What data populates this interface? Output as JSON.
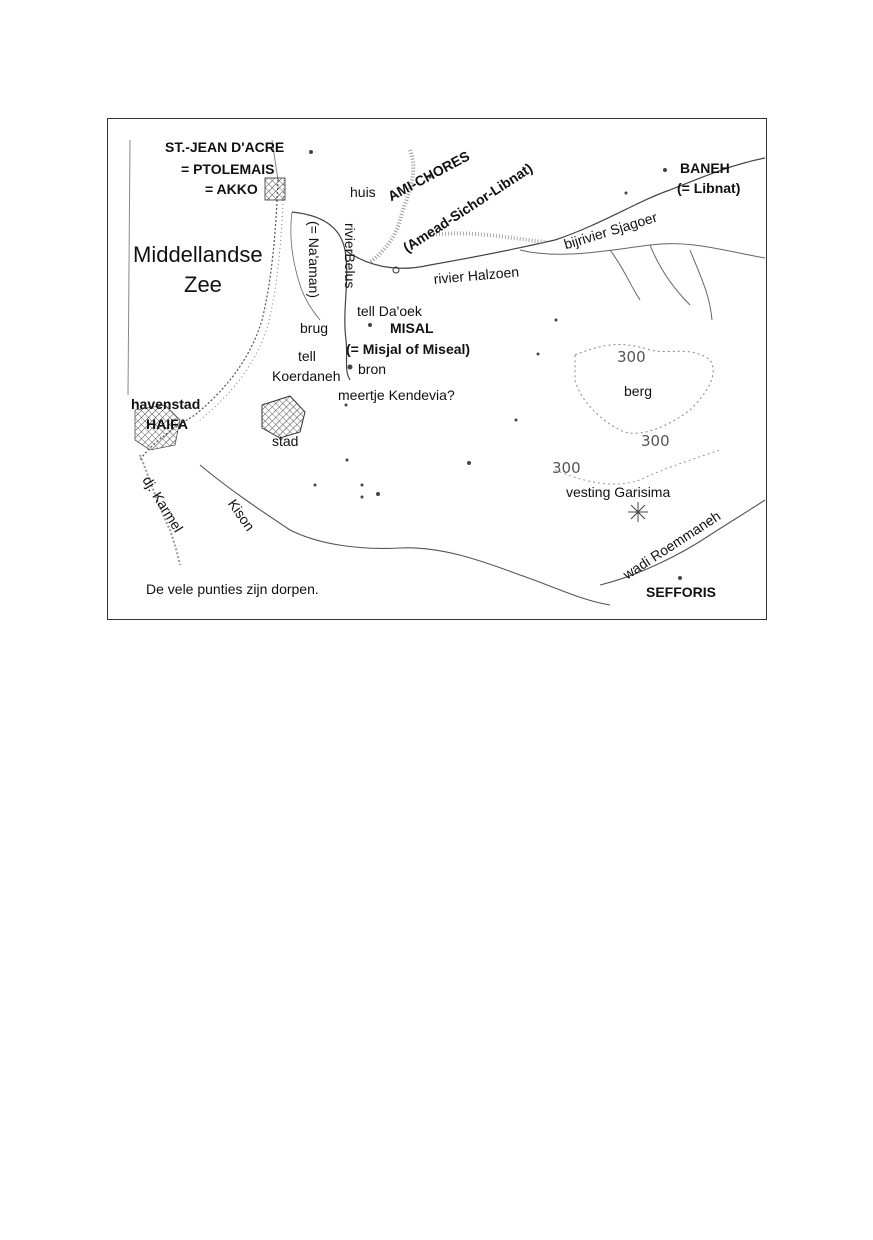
{
  "map": {
    "labels": {
      "akko_line1": "ST.-JEAN D'ACRE",
      "akko_line2": "= PTOLEMAIS",
      "akko_line3": "= AKKO",
      "sea_line1": "Middellandse",
      "sea_line2": "Zee",
      "huis": "huis",
      "ami_line1": "AMI-CHORES",
      "ami_line2": "(Amead-Sichor-Libnat)",
      "baneh_line1": "BANEH",
      "baneh_line2": "(= Libnat)",
      "sjagoer": "bijrivier Sjagoer",
      "belus_line1": "rivierBelus",
      "belus_line2": "(= Na'aman)",
      "halzoen": "rivier Halzoen",
      "daoek": "tell Da'oek",
      "brug": "brug",
      "misal_line1": "MISAL",
      "misal_line2": "(= Misjal of Miseal)",
      "koerdaneh_line1": "tell",
      "koerdaneh_line2": "Koerdaneh",
      "bron": "bron",
      "kendevia": "meertje Kendevia?",
      "haifa_line1": "havenstad",
      "haifa_line2": "HAIFA",
      "stad": "stad",
      "berg": "berg",
      "contour_a": "300",
      "contour_b": "300",
      "contour_c": "300",
      "garisima": "vesting Garisima",
      "karmel": "dj. Karmel",
      "kison": "Kison",
      "roemmaneh": "wadi Roemmaneh",
      "sefforis": "SEFFORIS",
      "legend_note": "De vele punties zijn dorpen."
    }
  }
}
